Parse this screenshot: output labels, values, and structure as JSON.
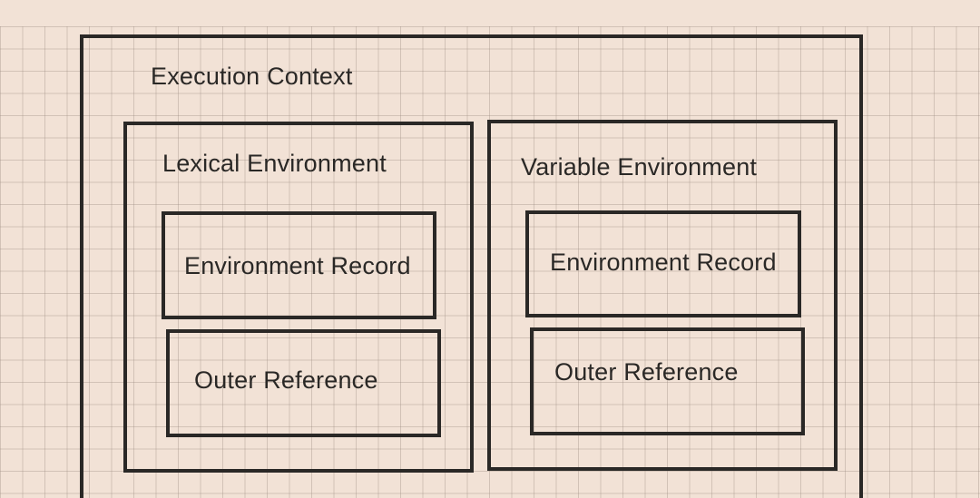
{
  "diagram": {
    "execution_context": {
      "title": "Execution Context",
      "lexical_environment": {
        "title": "Lexical Environment",
        "environment_record": "Environment Record",
        "outer_reference": "Outer Reference"
      },
      "variable_environment": {
        "title": "Variable Environment",
        "environment_record": "Environment Record",
        "outer_reference": "Outer Reference"
      }
    }
  },
  "colors": {
    "background": "#f2e2d6",
    "grid_line": "#968778",
    "stroke": "#2a2826",
    "text": "#2a2826"
  }
}
